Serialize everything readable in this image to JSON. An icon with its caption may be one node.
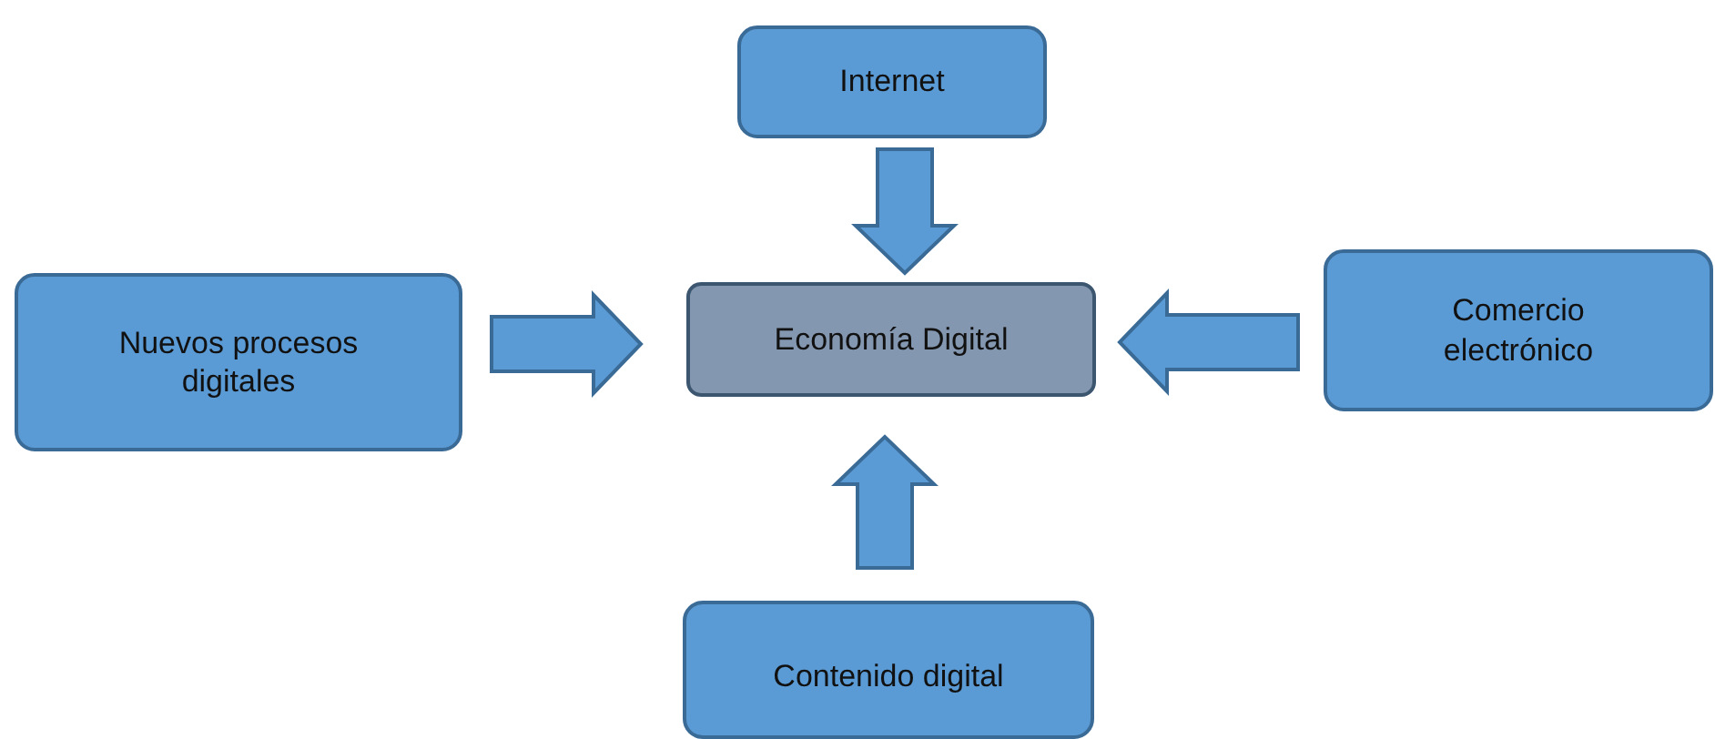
{
  "diagram": {
    "nodes": [
      {
        "text": [
          "Internet"
        ]
      },
      {
        "text": [
          "Nuevos procesos digitales"
        ]
      },
      {
        "text": [
          "Economía Digital"
        ]
      },
      {
        "text": [
          "Comercio electrónico"
        ]
      },
      {
        "text": [
          "Contenido digital"
        ]
      }
    ],
    "edges": [
      {
        "from": 0,
        "to": 2,
        "arrow": "to"
      },
      {
        "from": 1,
        "to": 2,
        "arrow": "to"
      },
      {
        "from": 3,
        "to": 2,
        "arrow": "to"
      },
      {
        "from": 4,
        "to": 2,
        "arrow": "to"
      }
    ]
  }
}
